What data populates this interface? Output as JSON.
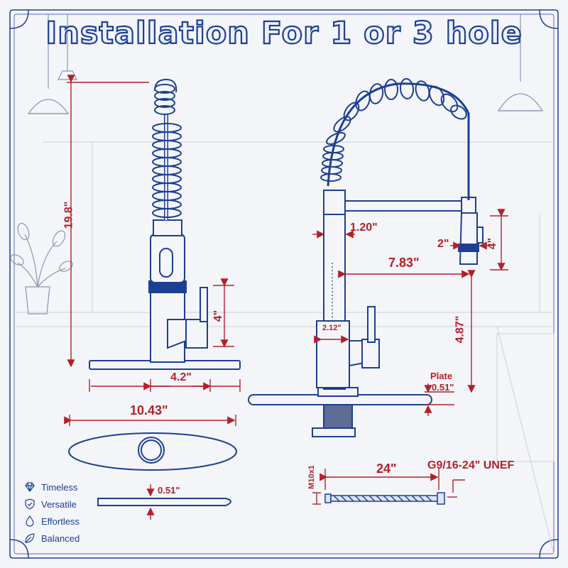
{
  "title": "Installation For 1 or 3 hole",
  "dimensions": {
    "height_total": "19.8\"",
    "handle_height": "4\"",
    "handle_span": "4.2\"",
    "plate_length": "10.43\"",
    "plate_thickness": "0.51\"",
    "spout_diameter": "1.20\"",
    "spray_width": "2\"",
    "spray_height": "4\"",
    "spout_reach": "7.83\"",
    "base_diameter": "2.12\"",
    "spout_clearance": "4.87\"",
    "plate_label": "Plate",
    "plate_side_thickness": "0.51\"",
    "hose_length": "24\"",
    "hose_thread": "G9/16-24\" UNEF",
    "hose_bolt": "M10x1"
  },
  "features": [
    {
      "label": "Timeless",
      "icon": "diamond-icon"
    },
    {
      "label": "Versatile",
      "icon": "shield-icon"
    },
    {
      "label": "Effortless",
      "icon": "drop-icon"
    },
    {
      "label": "Balanced",
      "icon": "leaf-icon"
    }
  ],
  "colors": {
    "line": "#1d3f93",
    "dimension": "#b3202a",
    "background": "#f4f5f8"
  }
}
